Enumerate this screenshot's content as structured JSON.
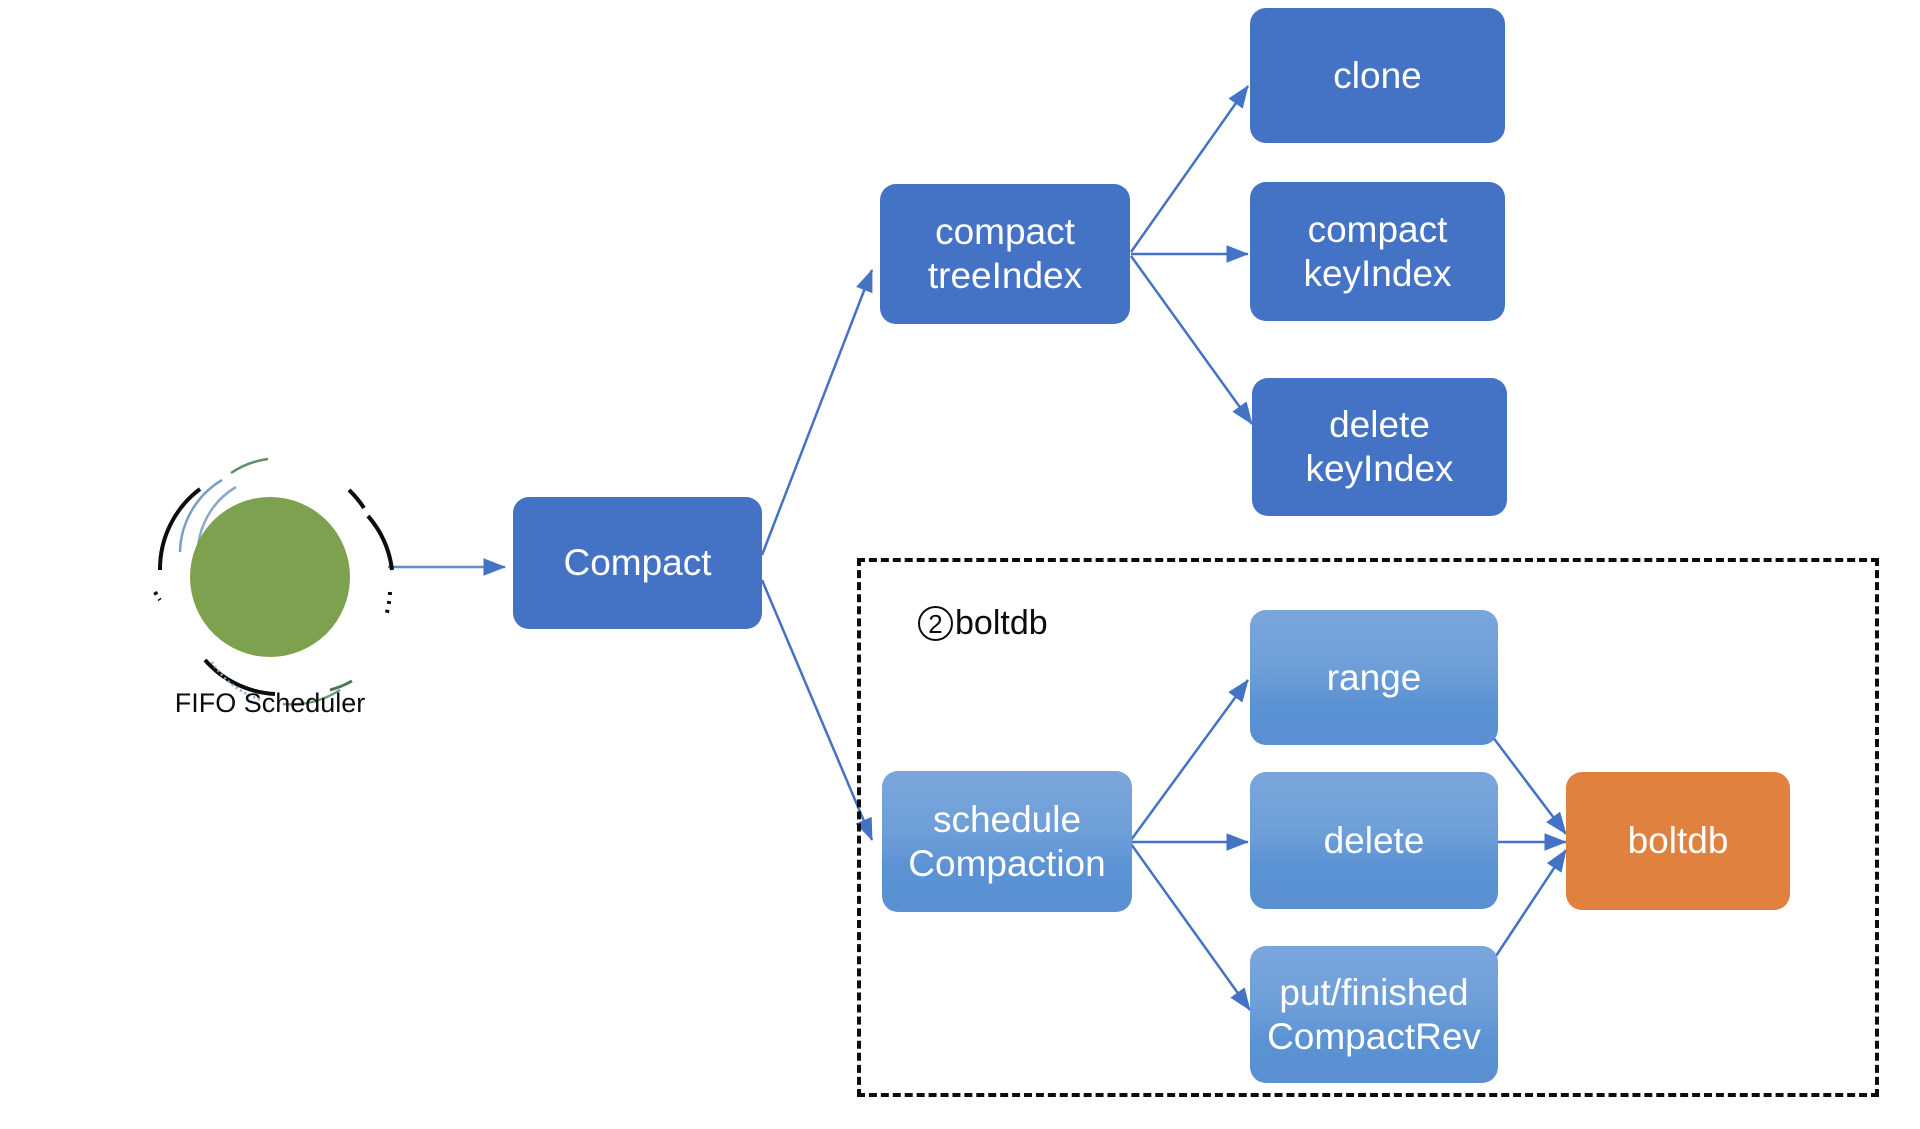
{
  "diagram": {
    "title_hint": "etcd compaction flow",
    "colors": {
      "node_blue": "#4472c4",
      "node_light_blue": "#6f9fd8",
      "node_orange": "#e0813f",
      "circle_green": "#7da14f",
      "arrow_blue": "#4472c4",
      "dashed_border": "#0d0d0d",
      "text_on_node": "#ffffff",
      "text_dark": "#0d0d0d",
      "background": "#ffffff"
    },
    "scheduler": {
      "label": "FIFO Scheduler",
      "icon": "spinner-arcs-icon"
    },
    "group": {
      "number": "2",
      "label": "boltdb"
    },
    "nodes": {
      "compact": "Compact",
      "compact_tree_index": "compact\ntreeIndex",
      "clone": "clone",
      "compact_key_index": "compact\nkeyIndex",
      "delete_key_index": "delete\nkeyIndex",
      "schedule_compaction": "schedule\nCompaction",
      "range": "range",
      "delete": "delete",
      "put_finished_compact_rev": "put/finished\nCompactRev",
      "boltdb": "boltdb"
    },
    "edges": [
      {
        "from": "FIFO Scheduler",
        "to": "Compact"
      },
      {
        "from": "Compact",
        "to": "compact treeIndex"
      },
      {
        "from": "Compact",
        "to": "scheduleCompaction"
      },
      {
        "from": "compact treeIndex",
        "to": "clone"
      },
      {
        "from": "compact treeIndex",
        "to": "compact keyIndex"
      },
      {
        "from": "compact treeIndex",
        "to": "delete keyIndex"
      },
      {
        "from": "scheduleCompaction",
        "to": "range"
      },
      {
        "from": "scheduleCompaction",
        "to": "delete"
      },
      {
        "from": "scheduleCompaction",
        "to": "put/finished CompactRev"
      },
      {
        "from": "range",
        "to": "boltdb"
      },
      {
        "from": "delete",
        "to": "boltdb"
      },
      {
        "from": "put/finished CompactRev",
        "to": "boltdb"
      }
    ]
  }
}
